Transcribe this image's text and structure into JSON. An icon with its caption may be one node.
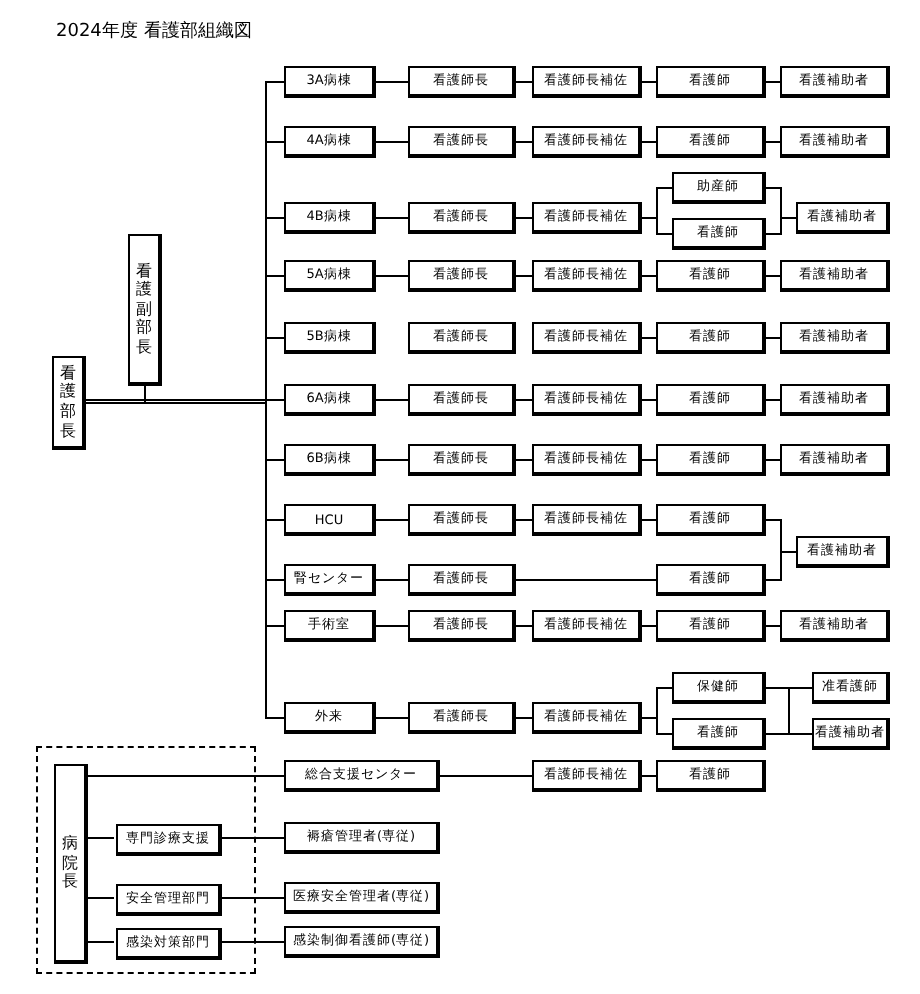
{
  "diagram": {
    "title": "2024年度 看護部組織図",
    "nodes": [
      {
        "text": [
          "看護部長"
        ]
      },
      {
        "text": [
          "看護副部長"
        ]
      },
      {
        "text": [
          "3A病棟"
        ]
      },
      {
        "text": [
          "看護師長"
        ]
      },
      {
        "text": [
          "看護師長補佐"
        ]
      },
      {
        "text": [
          "看護師"
        ]
      },
      {
        "text": [
          "看護補助者"
        ]
      },
      {
        "text": [
          "4A病棟"
        ]
      },
      {
        "text": [
          "看護師長"
        ]
      },
      {
        "text": [
          "看護師長補佐"
        ]
      },
      {
        "text": [
          "看護師"
        ]
      },
      {
        "text": [
          "看護補助者"
        ]
      },
      {
        "text": [
          "4B病棟"
        ]
      },
      {
        "text": [
          "看護師長"
        ]
      },
      {
        "text": [
          "看護師長補佐"
        ]
      },
      {
        "text": [
          "助産師"
        ]
      },
      {
        "text": [
          "看護師"
        ]
      },
      {
        "text": [
          "看護補助者"
        ]
      },
      {
        "text": [
          "5A病棟"
        ]
      },
      {
        "text": [
          "看護師長"
        ]
      },
      {
        "text": [
          "看護師長補佐"
        ]
      },
      {
        "text": [
          "看護師"
        ]
      },
      {
        "text": [
          "看護補助者"
        ]
      },
      {
        "text": [
          "5B病棟"
        ]
      },
      {
        "text": [
          "看護師長"
        ]
      },
      {
        "text": [
          "看護師長補佐"
        ]
      },
      {
        "text": [
          "看護師"
        ]
      },
      {
        "text": [
          "看護補助者"
        ]
      },
      {
        "text": [
          "6A病棟"
        ]
      },
      {
        "text": [
          "看護師長"
        ]
      },
      {
        "text": [
          "看護師長補佐"
        ]
      },
      {
        "text": [
          "看護師"
        ]
      },
      {
        "text": [
          "看護補助者"
        ]
      },
      {
        "text": [
          "6B病棟"
        ]
      },
      {
        "text": [
          "看護師長"
        ]
      },
      {
        "text": [
          "看護師長補佐"
        ]
      },
      {
        "text": [
          "看護師"
        ]
      },
      {
        "text": [
          "看護補助者"
        ]
      },
      {
        "text": [
          "HCU"
        ]
      },
      {
        "text": [
          "看護師長"
        ]
      },
      {
        "text": [
          "看護師長補佐"
        ]
      },
      {
        "text": [
          "看護師"
        ]
      },
      {
        "text": [
          "看護補助者"
        ]
      },
      {
        "text": [
          "腎センター"
        ]
      },
      {
        "text": [
          "看護師長"
        ]
      },
      {
        "text": [
          "看護師"
        ]
      },
      {
        "text": [
          "手術室"
        ]
      },
      {
        "text": [
          "看護師長"
        ]
      },
      {
        "text": [
          "看護師長補佐"
        ]
      },
      {
        "text": [
          "看護師"
        ]
      },
      {
        "text": [
          "看護補助者"
        ]
      },
      {
        "text": [
          "外来"
        ]
      },
      {
        "text": [
          "看護師長"
        ]
      },
      {
        "text": [
          "看護師長補佐"
        ]
      },
      {
        "text": [
          "保健師"
        ]
      },
      {
        "text": [
          "看護師"
        ]
      },
      {
        "text": [
          "准看護師"
        ]
      },
      {
        "text": [
          "看護補助者"
        ]
      },
      {
        "text": [],
        "shape": "box"
      },
      {
        "text": [
          "病院長"
        ],
        "in": 58
      },
      {
        "text": [
          "総合支援センター"
        ]
      },
      {
        "text": [
          "看護師長補佐"
        ]
      },
      {
        "text": [
          "看護師"
        ]
      },
      {
        "text": [
          "専門診療支援"
        ],
        "in": 58
      },
      {
        "text": [
          "褥瘡管理者(専従)"
        ]
      },
      {
        "text": [
          "安全管理部門"
        ],
        "in": 58
      },
      {
        "text": [
          "医療安全管理者(専従)"
        ]
      },
      {
        "text": [
          "感染対策部門"
        ],
        "in": 58
      },
      {
        "text": [
          "感染制御看護師(専従)"
        ]
      }
    ],
    "edges": [
      {
        "from": 1,
        "to": 0,
        "arrow": "none"
      },
      {
        "from": 0,
        "to": 2,
        "arrow": "none"
      },
      {
        "from": 0,
        "to": 7,
        "arrow": "none"
      },
      {
        "from": 0,
        "to": 12,
        "arrow": "none"
      },
      {
        "from": 0,
        "to": 18,
        "arrow": "none"
      },
      {
        "from": 0,
        "to": 23,
        "arrow": "none"
      },
      {
        "from": 0,
        "to": 28,
        "arrow": "none"
      },
      {
        "from": 0,
        "to": 33,
        "arrow": "none"
      },
      {
        "from": 0,
        "to": 38,
        "arrow": "none"
      },
      {
        "from": 0,
        "to": 43,
        "arrow": "none"
      },
      {
        "from": 0,
        "to": 46,
        "arrow": "none"
      },
      {
        "from": 0,
        "to": 51,
        "arrow": "none"
      },
      {
        "from": 2,
        "to": 3,
        "arrow": "none"
      },
      {
        "from": 3,
        "to": 4,
        "arrow": "none"
      },
      {
        "from": 4,
        "to": 5,
        "arrow": "none"
      },
      {
        "from": 5,
        "to": 6,
        "arrow": "none"
      },
      {
        "from": 7,
        "to": 8,
        "arrow": "none"
      },
      {
        "from": 8,
        "to": 9,
        "arrow": "none"
      },
      {
        "from": 9,
        "to": 10,
        "arrow": "none"
      },
      {
        "from": 10,
        "to": 11,
        "arrow": "none"
      },
      {
        "from": 12,
        "to": 13,
        "arrow": "none"
      },
      {
        "from": 13,
        "to": 14,
        "arrow": "none"
      },
      {
        "from": 14,
        "to": 15,
        "arrow": "none"
      },
      {
        "from": 14,
        "to": 16,
        "arrow": "none"
      },
      {
        "from": 15,
        "to": 17,
        "arrow": "none"
      },
      {
        "from": 16,
        "to": 17,
        "arrow": "none"
      },
      {
        "from": 18,
        "to": 19,
        "arrow": "none"
      },
      {
        "from": 19,
        "to": 20,
        "arrow": "none"
      },
      {
        "from": 20,
        "to": 21,
        "arrow": "none"
      },
      {
        "from": 21,
        "to": 22,
        "arrow": "none"
      },
      {
        "from": 25,
        "to": 26,
        "arrow": "none"
      },
      {
        "from": 26,
        "to": 27,
        "arrow": "none"
      },
      {
        "from": 28,
        "to": 29,
        "arrow": "none"
      },
      {
        "from": 29,
        "to": 30,
        "arrow": "none"
      },
      {
        "from": 30,
        "to": 31,
        "arrow": "none"
      },
      {
        "from": 31,
        "to": 32,
        "arrow": "none"
      },
      {
        "from": 33,
        "to": 34,
        "arrow": "none"
      },
      {
        "from": 34,
        "to": 35,
        "arrow": "none"
      },
      {
        "from": 35,
        "to": 36,
        "arrow": "none"
      },
      {
        "from": 36,
        "to": 37,
        "arrow": "none"
      },
      {
        "from": 38,
        "to": 39,
        "arrow": "none"
      },
      {
        "from": 39,
        "to": 40,
        "arrow": "none"
      },
      {
        "from": 40,
        "to": 41,
        "arrow": "none"
      },
      {
        "from": 41,
        "to": 42,
        "arrow": "none"
      },
      {
        "from": 45,
        "to": 42,
        "arrow": "none"
      },
      {
        "from": 43,
        "to": 44,
        "arrow": "none"
      },
      {
        "from": 44,
        "to": 45,
        "arrow": "none"
      },
      {
        "from": 46,
        "to": 47,
        "arrow": "none"
      },
      {
        "from": 47,
        "to": 48,
        "arrow": "none"
      },
      {
        "from": 48,
        "to": 49,
        "arrow": "none"
      },
      {
        "from": 49,
        "to": 50,
        "arrow": "none"
      },
      {
        "from": 51,
        "to": 52,
        "arrow": "none"
      },
      {
        "from": 52,
        "to": 53,
        "arrow": "none"
      },
      {
        "from": 53,
        "to": 54,
        "arrow": "none"
      },
      {
        "from": 53,
        "to": 55,
        "arrow": "none"
      },
      {
        "from": 54,
        "to": 56,
        "arrow": "none"
      },
      {
        "from": 54,
        "to": 57,
        "arrow": "none"
      },
      {
        "from": 55,
        "to": 56,
        "arrow": "none"
      },
      {
        "from": 55,
        "to": 57,
        "arrow": "none"
      },
      {
        "from": 59,
        "to": 60,
        "arrow": "none"
      },
      {
        "from": 60,
        "to": 61,
        "arrow": "none"
      },
      {
        "from": 61,
        "to": 62,
        "arrow": "none"
      },
      {
        "from": 59,
        "to": 63,
        "arrow": "none"
      },
      {
        "from": 63,
        "to": 64,
        "arrow": "none"
      },
      {
        "from": 59,
        "to": 65,
        "arrow": "none"
      },
      {
        "from": 65,
        "to": 66,
        "arrow": "none"
      },
      {
        "from": 59,
        "to": 67,
        "arrow": "none"
      },
      {
        "from": 67,
        "to": 68,
        "arrow": "none"
      }
    ]
  }
}
